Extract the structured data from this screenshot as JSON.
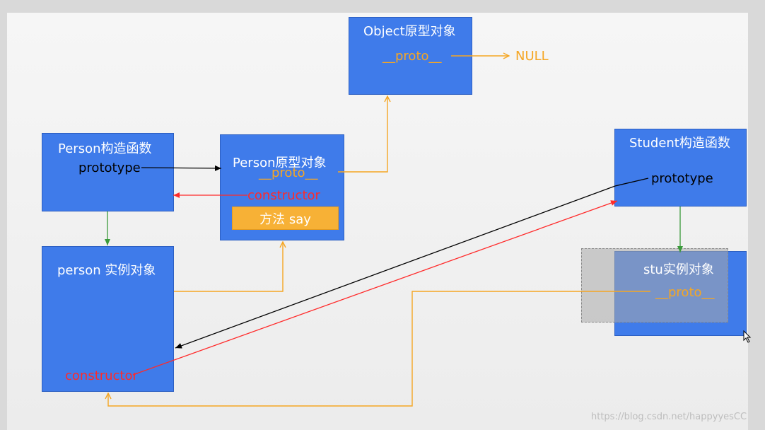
{
  "object_proto": {
    "title": "Object原型对象",
    "proto": "__proto__",
    "null_label": "NULL"
  },
  "person_ctor": {
    "title": "Person构造函数",
    "prototype": "prototype"
  },
  "person_proto": {
    "title": "Person原型对象",
    "proto": "__proto__",
    "constructor": "constructor",
    "method": "方法 say"
  },
  "person_instance": {
    "title": "person 实例对象",
    "constructor": "constructor"
  },
  "student_ctor": {
    "title": "Student构造函数",
    "prototype": "prototype"
  },
  "stu_instance": {
    "title": "stu实例对象",
    "proto": "__proto__"
  },
  "watermark": "https://blog.csdn.net/happyyesCC",
  "colors": {
    "box": "#3f7bea",
    "proto_line": "#f5a623",
    "constructor_line": "#ff2a2a",
    "prototype_line": "#000000",
    "instance_line": "#3a9a3a"
  }
}
